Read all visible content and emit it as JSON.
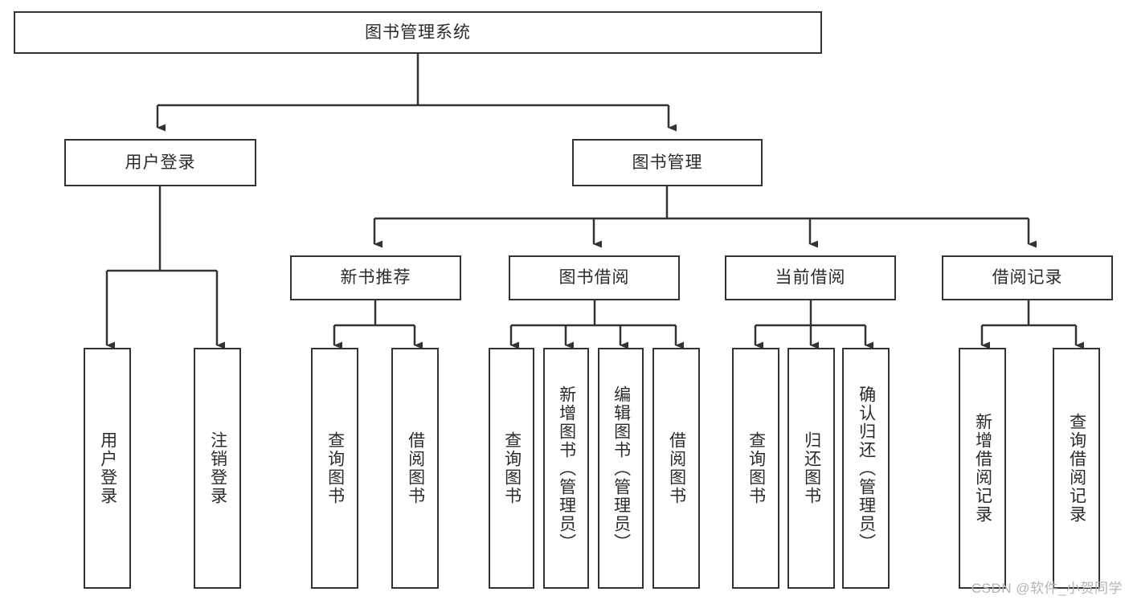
{
  "diagram": {
    "title": "图书管理系统",
    "type": "tree",
    "colors": {
      "box_border": "#333333",
      "box_fill": "#ffffff",
      "text": "#2b2b2b",
      "edge": "#333333",
      "watermark": "#b4b4b4",
      "background": "#ffffff"
    },
    "root": {
      "id": "root",
      "label": "图书管理系统",
      "orientation": "horizontal"
    },
    "level2": [
      {
        "id": "user-login",
        "label": "用户登录",
        "orientation": "horizontal"
      },
      {
        "id": "book-management",
        "label": "图书管理",
        "orientation": "horizontal"
      }
    ],
    "level3": [
      {
        "id": "new-book-recommend",
        "label": "新书推荐",
        "orientation": "horizontal",
        "parent": "book-management"
      },
      {
        "id": "book-borrow",
        "label": "图书借阅",
        "orientation": "horizontal",
        "parent": "book-management"
      },
      {
        "id": "current-borrow",
        "label": "当前借阅",
        "orientation": "horizontal",
        "parent": "book-management"
      },
      {
        "id": "borrow-record",
        "label": "借阅记录",
        "orientation": "horizontal",
        "parent": "book-management"
      }
    ],
    "leaves": [
      {
        "id": "leaf-user-login",
        "label": "用户登录",
        "orientation": "vertical",
        "parent": "user-login"
      },
      {
        "id": "leaf-user-logout",
        "label": "注销登录",
        "orientation": "vertical",
        "parent": "user-login"
      },
      {
        "id": "leaf-query-book-1",
        "label": "查询图书",
        "orientation": "vertical",
        "parent": "new-book-recommend"
      },
      {
        "id": "leaf-borrow-book-1",
        "label": "借阅图书",
        "orientation": "vertical",
        "parent": "new-book-recommend"
      },
      {
        "id": "leaf-query-book-2",
        "label": "查询图书",
        "orientation": "vertical",
        "parent": "book-borrow"
      },
      {
        "id": "leaf-add-book",
        "label": "新增图书（管理员）",
        "orientation": "vertical",
        "parent": "book-borrow"
      },
      {
        "id": "leaf-edit-book",
        "label": "编辑图书（管理员）",
        "orientation": "vertical",
        "parent": "book-borrow"
      },
      {
        "id": "leaf-borrow-book-2",
        "label": "借阅图书",
        "orientation": "vertical",
        "parent": "book-borrow"
      },
      {
        "id": "leaf-query-book-3",
        "label": "查询图书",
        "orientation": "vertical",
        "parent": "current-borrow"
      },
      {
        "id": "leaf-return-book",
        "label": "归还图书",
        "orientation": "vertical",
        "parent": "current-borrow"
      },
      {
        "id": "leaf-confirm-return",
        "label": "确认归还（管理员）",
        "orientation": "vertical",
        "parent": "current-borrow"
      },
      {
        "id": "leaf-add-record",
        "label": "新增借阅记录",
        "orientation": "vertical",
        "parent": "borrow-record"
      },
      {
        "id": "leaf-query-record",
        "label": "查询借阅记录",
        "orientation": "vertical",
        "parent": "borrow-record"
      }
    ],
    "watermark": "CSDN @软件_小贺同学"
  }
}
